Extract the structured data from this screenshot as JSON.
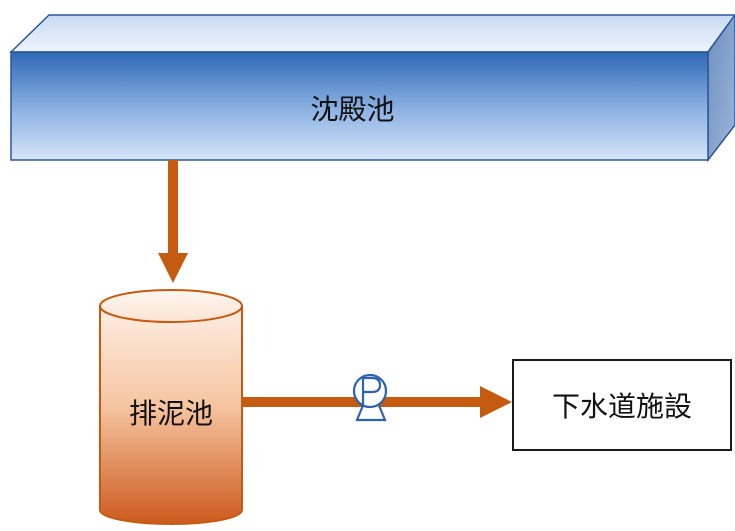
{
  "diagram": {
    "settling_tank": {
      "label": "沈殿池"
    },
    "sludge_tank": {
      "label": "排泥池"
    },
    "pump": {
      "label": "P"
    },
    "sewer_facility": {
      "label": "下水道施設"
    },
    "colors": {
      "arrow": "#c55a11",
      "settling_front_top": "#2e68b6",
      "settling_front_bottom": "#c9dcf3",
      "tank_top": "#fbe5d6",
      "tank_bottom": "#cc5a1d",
      "pump": "#2f62b0"
    }
  }
}
